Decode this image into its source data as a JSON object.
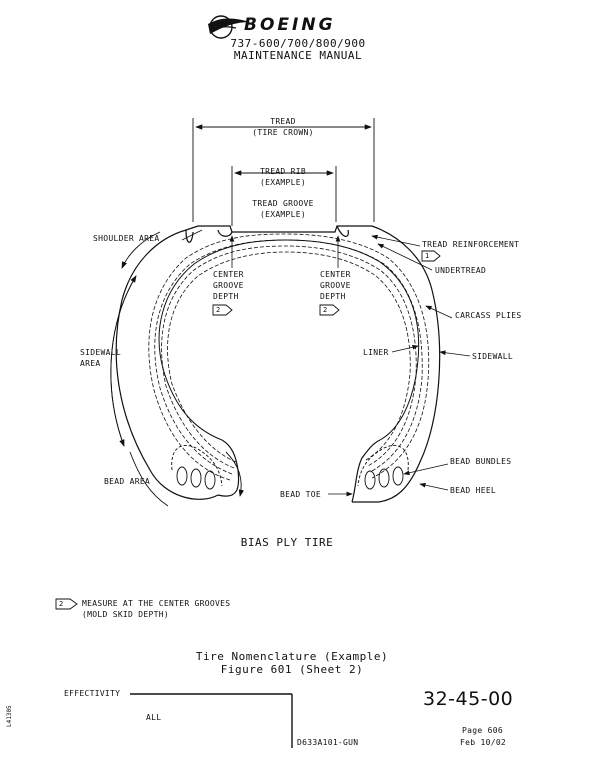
{
  "header": {
    "brand": "BOEING",
    "models": "737-600/700/800/900",
    "manual": "MAINTENANCE MANUAL"
  },
  "labels": {
    "tread": "TREAD",
    "tire_crown": "(TIRE CROWN)",
    "tread_rib": "TREAD RIB",
    "tread_rib_example": "(EXAMPLE)",
    "tread_groove": "TREAD GROOVE",
    "tread_groove_example": "(EXAMPLE)",
    "shoulder_area": "SHOULDER AREA",
    "tread_reinforcement": "TREAD REINFORCEMENT",
    "tread_reinforcement_note": "1",
    "undertread": "UNDERTREAD",
    "center_groove_depth_left": [
      "CENTER",
      "GROOVE",
      "DEPTH"
    ],
    "center_groove_depth_left_note": "2",
    "center_groove_depth_right": [
      "CENTER",
      "GROOVE",
      "DEPTH"
    ],
    "center_groove_depth_right_note": "2",
    "carcass_plies": "CARCASS PLIES",
    "sidewall_area": [
      "SIDEWALL",
      "AREA"
    ],
    "liner": "LINER",
    "sidewall": "SIDEWALL",
    "bead_bundles": "BEAD BUNDLES",
    "bead_area": "BEAD AREA",
    "bead_toe": "BEAD TOE",
    "bead_heel": "BEAD HEEL"
  },
  "diagram_title": "BIAS PLY TIRE",
  "note": {
    "number": "2",
    "line1": "MEASURE AT THE CENTER GROOVES",
    "line2": "(MOLD SKID DEPTH)"
  },
  "figure": {
    "title": "Tire Nomenclature (Example)",
    "number": "Figure 601 (Sheet 2)"
  },
  "footer": {
    "effectivity_label": "EFFECTIVITY",
    "effectivity_value": "ALL",
    "chapter": "32-45-00",
    "doc_id": "D633A101-GUN",
    "page": "Page 606",
    "date": "Feb 10/02",
    "side_code": "L41305"
  }
}
